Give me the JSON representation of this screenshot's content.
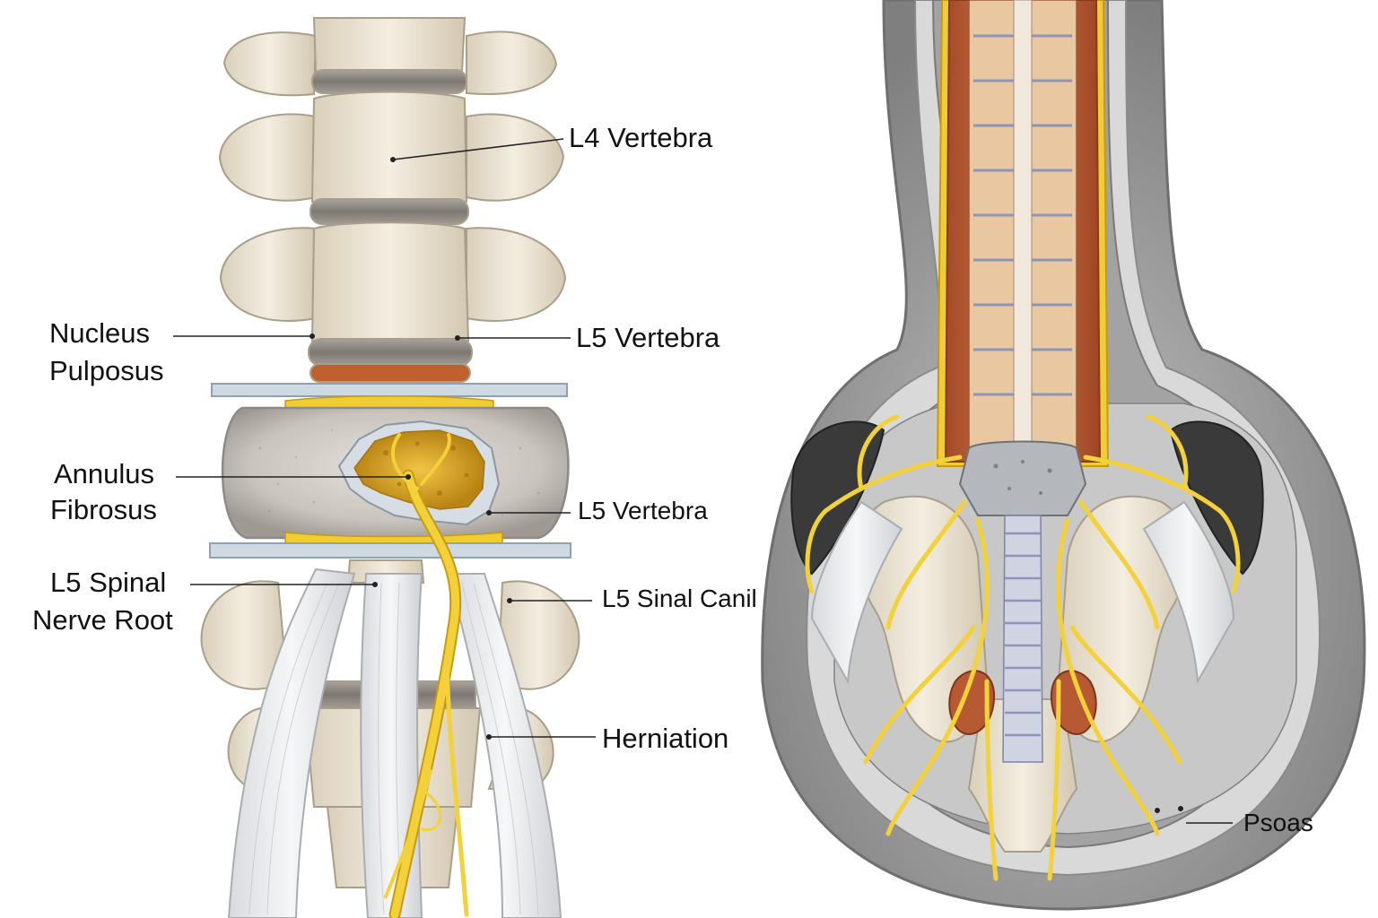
{
  "labels": {
    "l4_vertebra": "L4 Vertebra",
    "nucleus_line1": "Nucleus",
    "nucleus_line2": "Pulposus",
    "l5_vertebra_upper": "L5 Vertebra",
    "annulus_line1": "Annulus",
    "annulus_line2": "Fibrosus",
    "l5_vertebra_lower": "L5 Vertebra",
    "spinal_line1": "L5 Spinal",
    "spinal_line2": "Nerve Root",
    "sinal_canil": "L5 Sinal Canil",
    "herniation": "Herniation",
    "psoas": "Psoas"
  },
  "colors": {
    "bone": "#ece4d3",
    "bone_shadow": "#c9bfa9",
    "disc_gray": "#8f8a84",
    "disc_ring": "#cfd7df",
    "nerve_yellow": "#f2cd2e",
    "nerve_yellow_dark": "#c99a10",
    "herniation_core": "#d8a021",
    "muscle_red": "#b85a33",
    "ligament_white": "#eef0f2",
    "tissue_gray": "#9c9c9c",
    "blue_nerve": "#8d94b8"
  }
}
